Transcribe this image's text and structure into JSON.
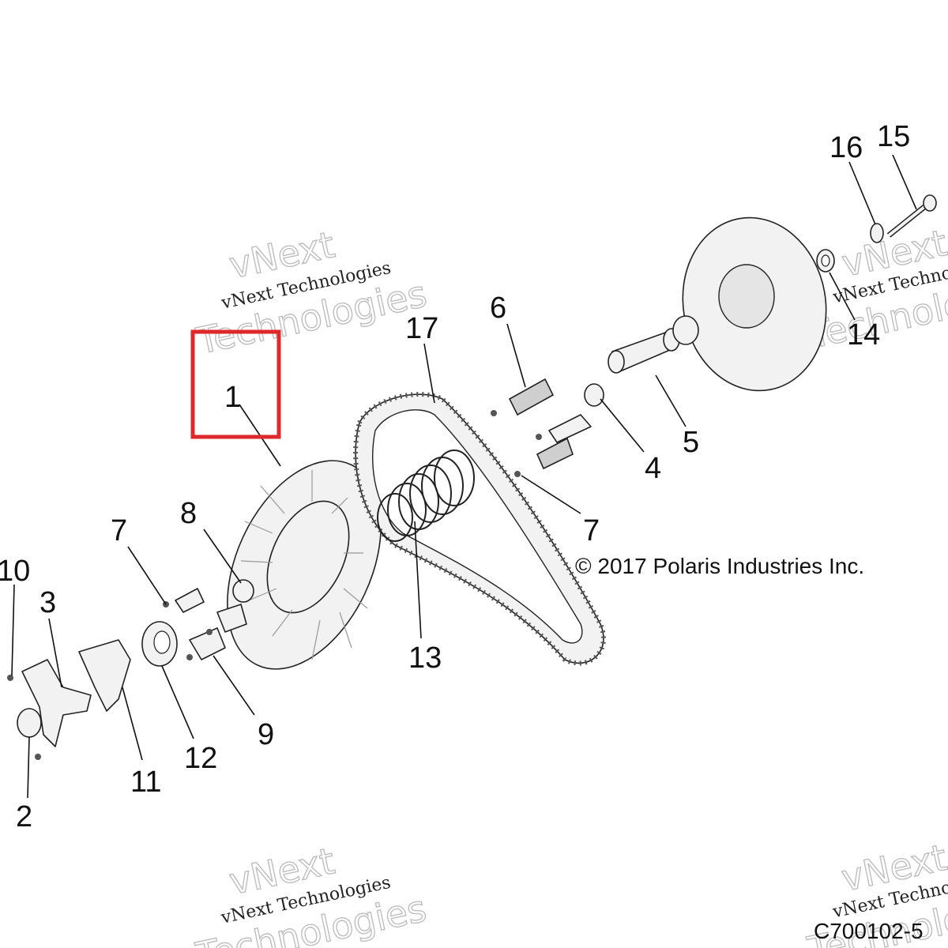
{
  "callouts": [
    {
      "id": "1",
      "label": "1"
    },
    {
      "id": "2",
      "label": "2"
    },
    {
      "id": "3",
      "label": "3"
    },
    {
      "id": "4",
      "label": "4"
    },
    {
      "id": "5",
      "label": "5"
    },
    {
      "id": "6",
      "label": "6"
    },
    {
      "id": "7a",
      "label": "7"
    },
    {
      "id": "7b",
      "label": "7"
    },
    {
      "id": "8",
      "label": "8"
    },
    {
      "id": "9",
      "label": "9"
    },
    {
      "id": "10",
      "label": "10"
    },
    {
      "id": "11",
      "label": "11"
    },
    {
      "id": "12",
      "label": "12"
    },
    {
      "id": "13",
      "label": "13"
    },
    {
      "id": "14",
      "label": "14"
    },
    {
      "id": "15",
      "label": "15"
    },
    {
      "id": "16",
      "label": "16"
    },
    {
      "id": "17",
      "label": "17"
    }
  ],
  "copyright": "© 2017 Polaris Industries Inc.",
  "document_id": "C700102-5",
  "highlighted_callout": "1",
  "highlight_color": "#e0272b",
  "watermark": {
    "line1": "vNext",
    "line2": "vNext Technologies",
    "line3": "Technologies"
  }
}
